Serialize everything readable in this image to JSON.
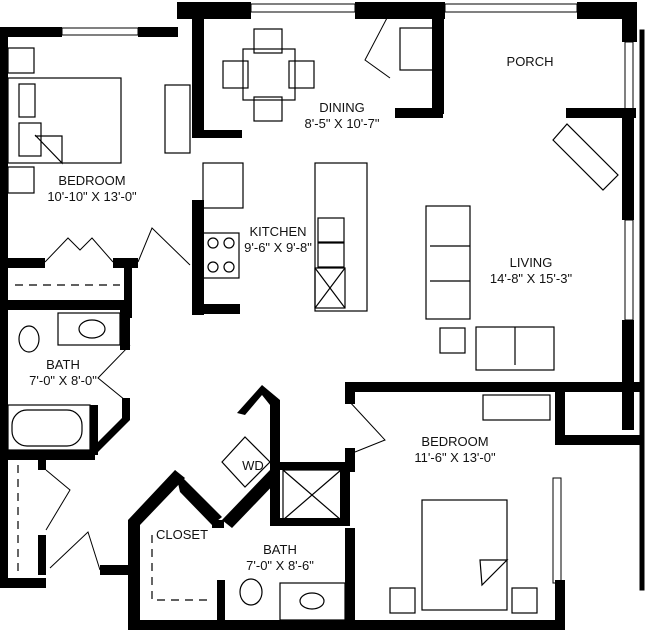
{
  "plan": {
    "type": "apartment floor plan",
    "wall_color": "#000000",
    "background": "#ffffff",
    "rooms": [
      {
        "id": "bedroom-1",
        "name": "BEDROOM",
        "dims": "10'-10\" X 13'-0\""
      },
      {
        "id": "dining",
        "name": "DINING",
        "dims": "8'-5\" X 10'-7\""
      },
      {
        "id": "porch",
        "name": "PORCH",
        "dims": ""
      },
      {
        "id": "kitchen",
        "name": "KITCHEN",
        "dims": "9'-6\" X 9'-8\""
      },
      {
        "id": "living",
        "name": "LIVING",
        "dims": "14'-8\" X 15'-3\""
      },
      {
        "id": "bath-1",
        "name": "BATH",
        "dims": "7'-0\" X 8'-0\""
      },
      {
        "id": "bedroom-2",
        "name": "BEDROOM",
        "dims": "11'-6\" X 13'-0\""
      },
      {
        "id": "closet",
        "name": "CLOSET",
        "dims": ""
      },
      {
        "id": "bath-2",
        "name": "BATH",
        "dims": "7'-0\" X 8'-6\""
      },
      {
        "id": "laundry",
        "name": "WD",
        "dims": ""
      }
    ]
  }
}
